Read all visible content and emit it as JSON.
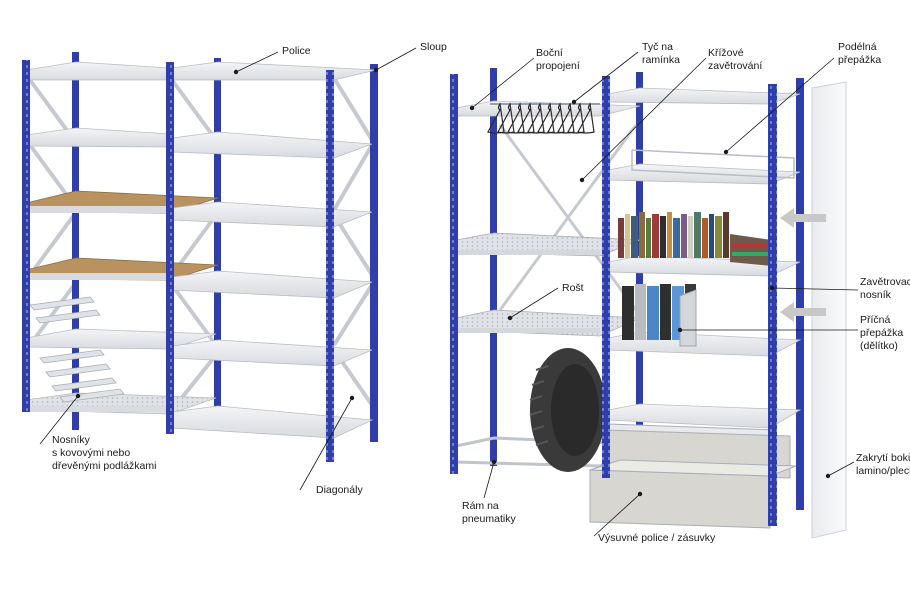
{
  "colors": {
    "upright": "#2f3ea8",
    "upright_dark": "#1e2a80",
    "shelf": "#e4e6ea",
    "shelf_edge": "#b9bdc4",
    "wood": "#b9935f",
    "bracing": "#c9ccd2",
    "tire": "#3a3a3a",
    "panel": "#f1f2f4",
    "arrow": "#c8c8c8"
  },
  "labels": {
    "police": "Police",
    "sloup": "Sloup",
    "nosniky": "Nosníky\ns kovovými nebo\ndřevěnými podlážkami",
    "diagonaly": "Diagonály",
    "bocni_propojeni": "Boční\npropojení",
    "tyc_na_raminka": "Tyč na\nramínka",
    "krizove_zavetrovani": "Křížové\nzavětrování",
    "podelna_prepazka": "Podélná\npřepážka",
    "rost": "Rošt",
    "zavetrovaci_nosnik": "Zavětrovací\nnosník",
    "pricna_prepazka": "Příčná\npřepážka\n(dělítko)",
    "zakryti_boku": "Zakrytí boků\nlamino/plech",
    "ram_na_pneumatiky": "Rám na\npneumatiky",
    "vysuvne_police": "Výsuvné police / zásuvky"
  }
}
